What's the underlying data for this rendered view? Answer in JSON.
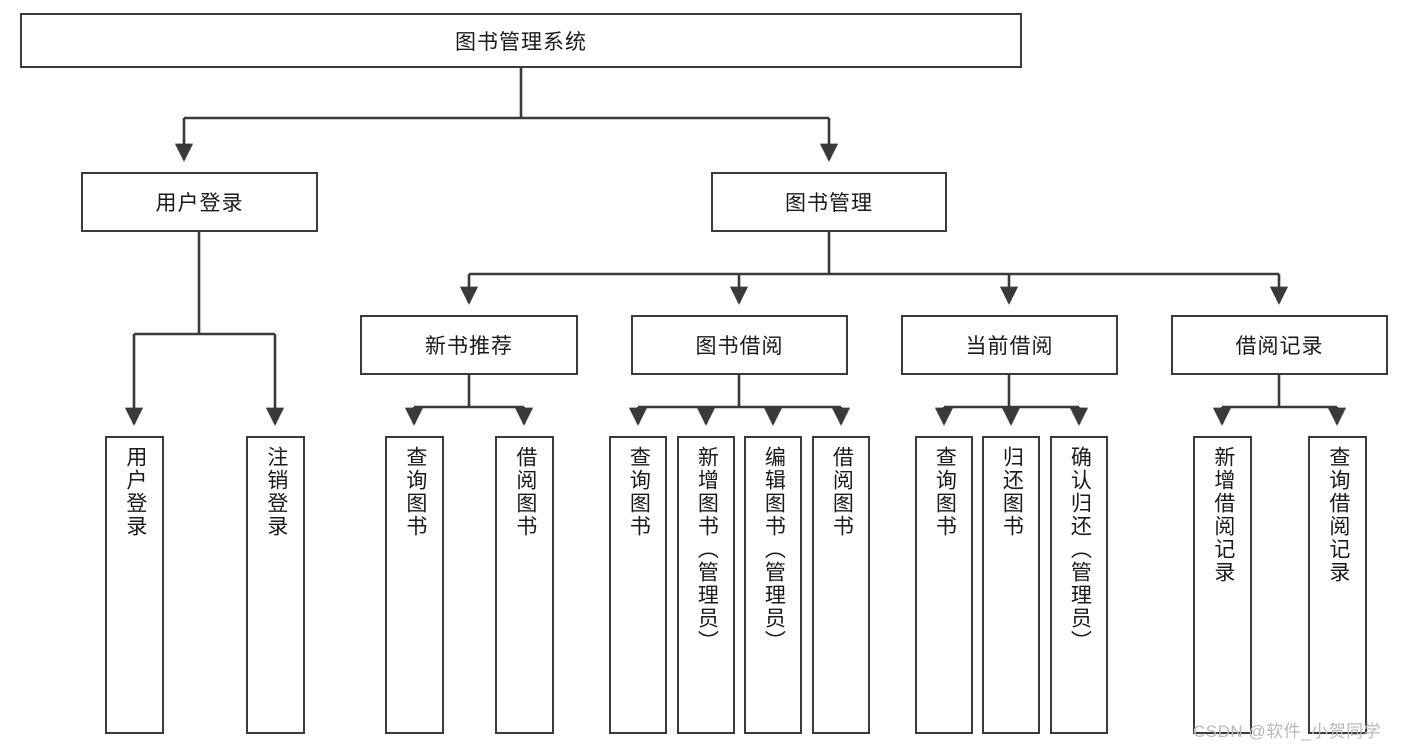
{
  "diagram": {
    "title": "图书管理系统",
    "type": "hierarchy-tree",
    "root": {
      "id": "root",
      "label": "图书管理系统"
    },
    "level1": [
      {
        "id": "user-login",
        "label": "用户登录"
      },
      {
        "id": "book-management",
        "label": "图书管理"
      }
    ],
    "level2": [
      {
        "id": "new-book-recommend",
        "label": "新书推荐",
        "parent": "book-management"
      },
      {
        "id": "book-borrow",
        "label": "图书借阅",
        "parent": "book-management"
      },
      {
        "id": "current-borrow",
        "label": "当前借阅",
        "parent": "book-management"
      },
      {
        "id": "borrow-record",
        "label": "借阅记录",
        "parent": "book-management"
      }
    ],
    "leaves": {
      "user_login": [
        {
          "id": "leaf-user-login",
          "label": "用户登录"
        },
        {
          "id": "leaf-user-logout",
          "label": "注销登录"
        }
      ],
      "new_book_recommend": [
        {
          "id": "leaf-query-book-1",
          "label": "查询图书"
        },
        {
          "id": "leaf-borrow-book-1",
          "label": "借阅图书"
        }
      ],
      "book_borrow": [
        {
          "id": "leaf-query-book-2",
          "label": "查询图书"
        },
        {
          "id": "leaf-add-book",
          "label": "新增图书（管理员）"
        },
        {
          "id": "leaf-edit-book",
          "label": "编辑图书（管理员）"
        },
        {
          "id": "leaf-borrow-book-2",
          "label": "借阅图书"
        }
      ],
      "current_borrow": [
        {
          "id": "leaf-query-book-3",
          "label": "查询图书"
        },
        {
          "id": "leaf-return-book",
          "label": "归还图书"
        },
        {
          "id": "leaf-confirm-return",
          "label": "确认归还（管理员）"
        }
      ],
      "borrow_record": [
        {
          "id": "leaf-add-record",
          "label": "新增借阅记录"
        },
        {
          "id": "leaf-query-record",
          "label": "查询借阅记录"
        }
      ]
    },
    "colors": {
      "border": "#3a3a3a",
      "background": "#ffffff",
      "text": "#1a1a1a",
      "watermark": "#b9b9b9"
    }
  },
  "watermark": {
    "text": "CSDN @软件_小贺同学"
  }
}
